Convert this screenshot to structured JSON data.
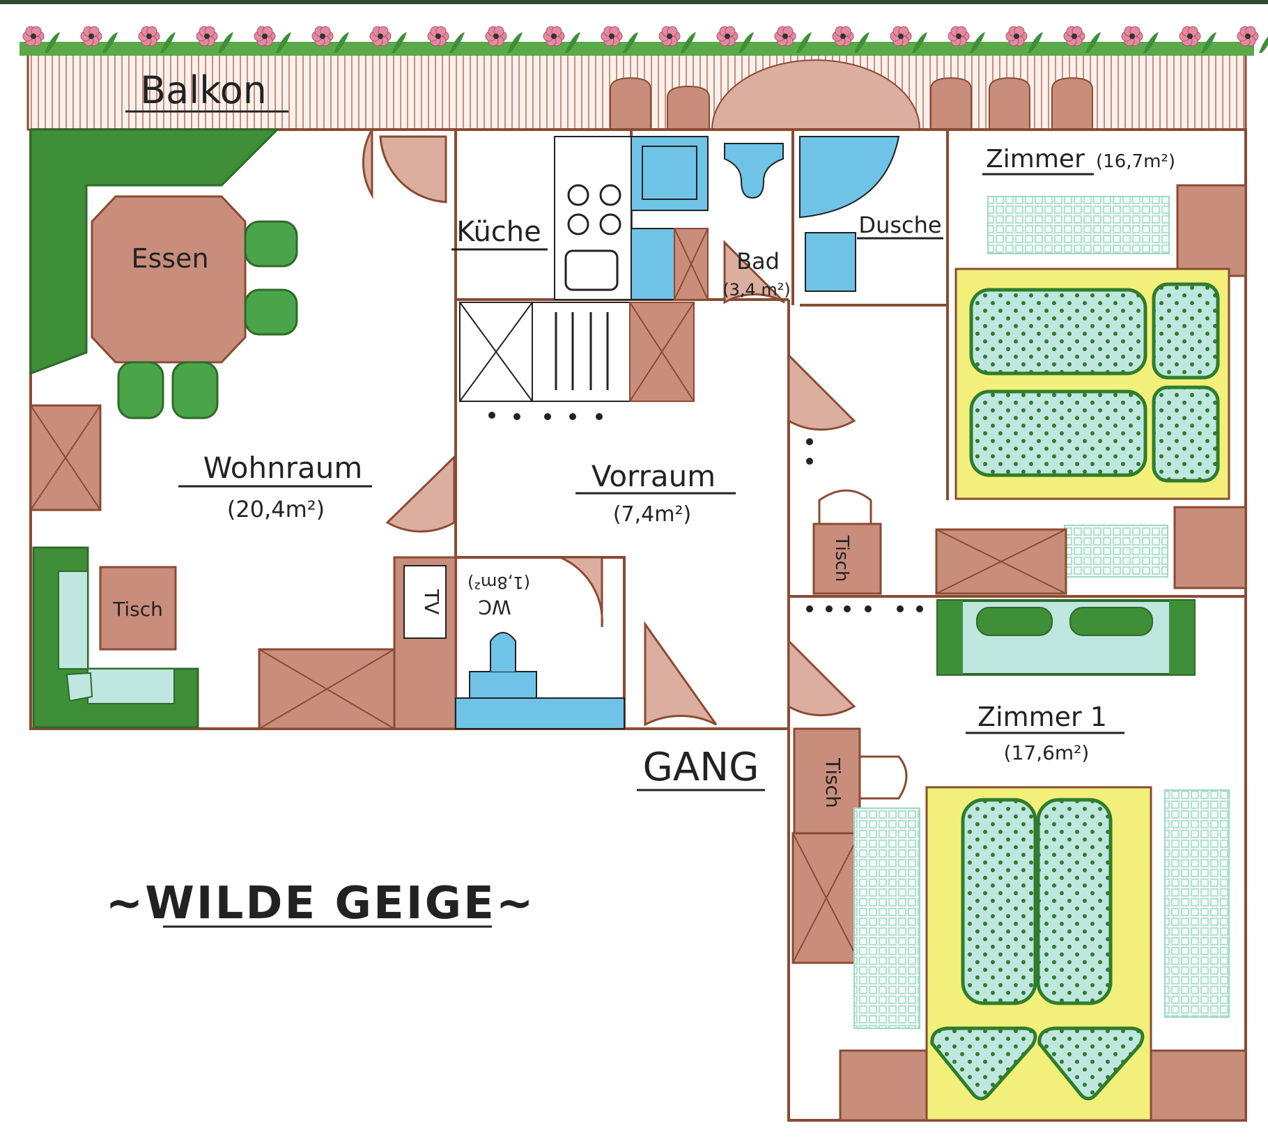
{
  "labels": {
    "balkon": "Balkon",
    "essen": "Essen",
    "kueche": "Küche",
    "bad": "Bad",
    "bad_area": "(3,4 m²)",
    "dusche": "Dusche",
    "zimmer2": "Zimmer",
    "zimmer2_area": "(16,7m²)",
    "wohnraum": "Wohnraum",
    "wohnraum_area": "(20,4m²)",
    "vorraum": "Vorraum",
    "vorraum_area": "(7,4m²)",
    "tisch_wohn": "Tisch",
    "tisch_vorraum": "Tisch",
    "tisch_gang": "Tisch",
    "tv": "TV",
    "wc": "WC",
    "wc_area": "(1,8m²)",
    "gang": "GANG",
    "zimmer1": "Zimmer 1",
    "zimmer1_area": "(17,6m²)",
    "title": "~WILDE GEIGE~"
  },
  "colors": {
    "wall": "#8a4b32",
    "wood": "#c98d7c",
    "wood_light": "#dcaea0",
    "green_dark": "#2f7d2c",
    "green": "#4aa54a",
    "mint": "#bfe7df",
    "blue": "#6fc3e6",
    "yellow": "#f2f07a",
    "flower": "#e48aa0"
  }
}
